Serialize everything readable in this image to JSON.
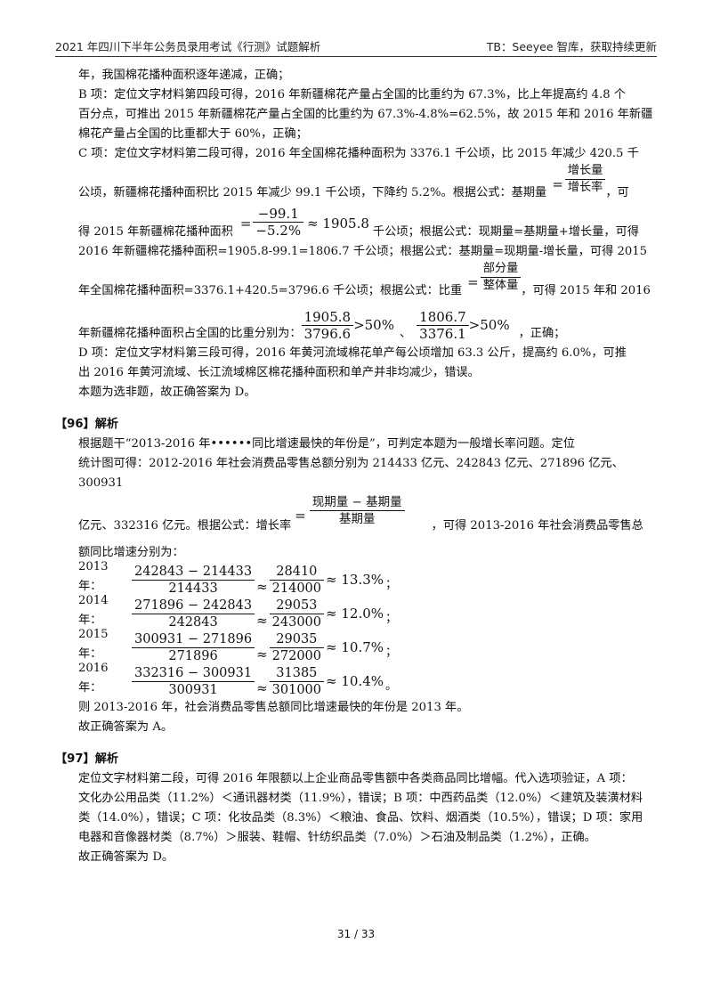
{
  "header": {
    "left": "2021 年四川下半年公务员录用考试《行测》试题解析",
    "right": "TB：Seeyee 智库，获取持续更新"
  },
  "q95": {
    "l1": "年，我国棉花播种面积逐年递减，正确；",
    "b1": "B 项：定位文字材料第四段可得，2016 年新疆棉花产量占全国的比重约为 67.3%，比上年提高约 4.8 个",
    "b2": "百分点，可推出 2015 年新疆棉花产量占全国的比重约为 67.3%-4.8%=62.5%，故 2015 年和 2016 年新疆",
    "b3": "棉花产量占全国的比重都大于 60%，正确；",
    "c1": "C 项：定位文字材料第二段可得，2016 年全国棉花播种面积为 3376.1 千公顷，比 2015 年减少 420.5 千",
    "c2a": "公顷，新疆棉花播种面积比 2015 年减少 99.1 千公顷，下降约 5.2%。根据公式：基期量",
    "f1n": "增长量",
    "f1d": "增长率",
    "c2b": "，可",
    "c3a": "得 2015 年新疆棉花播种面积",
    "f2n": "−99.1",
    "f2d": "−5.2%",
    "f2r": "≈ 1905.8",
    "c3b": "千公顷；根据公式：现期量=基期量+增长量，可得",
    "c4": "2016 年新疆棉花播种面积=1905.8-99.1=1806.7 千公顷；根据公式：基期量=现期量-增长量，可得 2015",
    "c5a": "年全国棉花播种面积=3376.1+420.5=3796.6 千公顷；根据公式：比重",
    "f3n": "部分量",
    "f3d": "整体量",
    "c5b": "，可得 2015 年和 2016",
    "c6a": "年新疆棉花播种面积占全国的比重分别为：",
    "f4n": "1905.8",
    "f4d": "3796.6",
    "f4r": ">50%",
    "sep": "、",
    "f5n": "1806.7",
    "f5d": "3376.1",
    "f5r": ">50%",
    "c6b": "，正确；",
    "d1": "D 项：定位文字材料第三段可得，2016 年黄河流域棉花单产每公顷增加 63.3 公斤，提高约 6.0%，可推",
    "d2": "出 2016 年黄河流域、长江流域棉区棉花播种面积和单产并非均减少，错误。",
    "end": "本题为选非题，故正确答案为 D。"
  },
  "q96": {
    "title": "【96】解析",
    "l1": "根据题干“2013-2016 年••••••同比增速最快的年份是”，可判定本题为一般增长率问题。定位",
    "l2": "统计图可得：2012-2016 年社会消费品零售总额分别为 214433 亿元、242843 亿元、271896 亿元、300931",
    "l3a": "亿元、332316 亿元。根据公式：增长率",
    "fn": "现期量 − 基期量",
    "fd": "基期量",
    "l3b": "，可得 2013-2016 年社会消费品零售总",
    "l4": "额同比增速分别为：",
    "calcs": [
      {
        "year": "2013 年：",
        "n1": "242843 − 214433",
        "d1": "214433",
        "n2": "28410",
        "d2": "214000",
        "r": "≈ 13.3%",
        "end": "；"
      },
      {
        "year": "2014 年：",
        "n1": "271896 − 242843",
        "d1": "242843",
        "n2": "29053",
        "d2": "243000",
        "r": "≈ 12.0%",
        "end": "；"
      },
      {
        "year": "2015 年：",
        "n1": "300931 − 271896",
        "d1": "271896",
        "n2": "29035",
        "d2": "272000",
        "r": "≈ 10.7%",
        "end": "；"
      },
      {
        "year": "2016 年：",
        "n1": "332316 − 300931",
        "d1": "300931",
        "n2": "31385",
        "d2": "301000",
        "r": "≈ 10.4%",
        "end": "。"
      }
    ],
    "approx": "≈",
    "c1": "则 2013-2016 年，社会消费品零售总额同比增速最快的年份是 2013 年。",
    "c2": "故正确答案为 A。"
  },
  "q97": {
    "title": "【97】解析",
    "l1": "定位文字材料第二段，可得 2016 年限额以上企业商品零售额中各类商品同比增幅。代入选项验证，A 项：",
    "l2": "文化办公用品类（11.2%）＜通讯器材类（11.9%），错误；B 项：中西药品类（12.0%）＜建筑及装潢材料",
    "l3": "类（14.0%），错误；C 项：化妆品类（8.3%）＜粮油、食品、饮料、烟酒类（10.5%），错误；D 项：家用",
    "l4": "电器和音像器材类（8.7%）＞服装、鞋帽、针纺织品类（7.0%）＞石油及制品类（1.2%），正确。",
    "l5": "故正确答案为 D。"
  },
  "footer": {
    "page": "31 / 33"
  }
}
